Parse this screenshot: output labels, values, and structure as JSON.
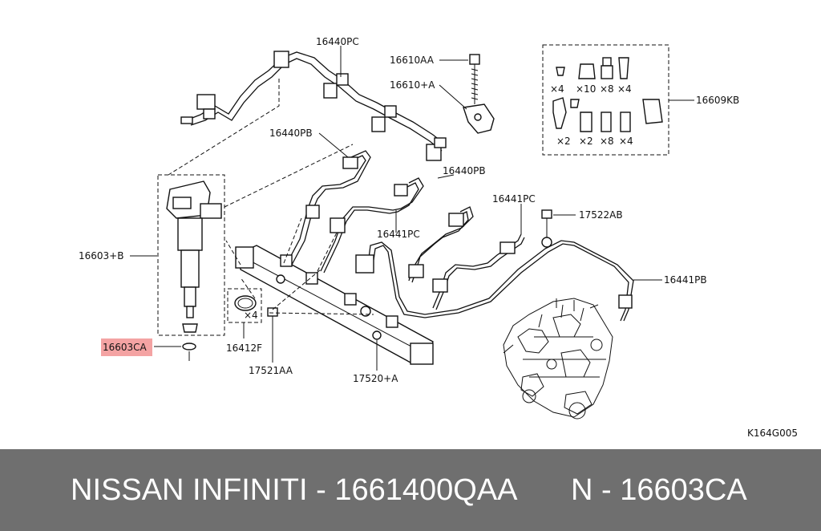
{
  "diagram": {
    "labels": {
      "p16440PC": "16440PC",
      "p16610AA": "16610AA",
      "p16610A": "16610+A",
      "p16609KB": "16609KB",
      "p16440PB_1": "16440PB",
      "p16440PB_2": "16440PB",
      "p16441PC_1": "16441PC",
      "p16441PC_2": "16441PC",
      "p17522AB": "17522AB",
      "p16603B": "16603+B",
      "p16603CA": "16603CA",
      "p16441PB": "16441PB",
      "p16412F": "16412F",
      "p17521AA": "17521AA",
      "p17520A": "17520+A",
      "code": "K164G005"
    },
    "quantities": {
      "q1": "×4",
      "q2": "×10",
      "q3": "×8",
      "q4": "×4",
      "q5": "×2",
      "q6": "×2",
      "q7": "×8",
      "q8": "×4",
      "q_oring": "×4"
    },
    "highlight_color": "#f4a3a3"
  },
  "footer": {
    "left_text": "NISSAN  INFINITI - 1661400QAA",
    "right_text": "N - 16603CA",
    "background": "#6f6f6f"
  }
}
